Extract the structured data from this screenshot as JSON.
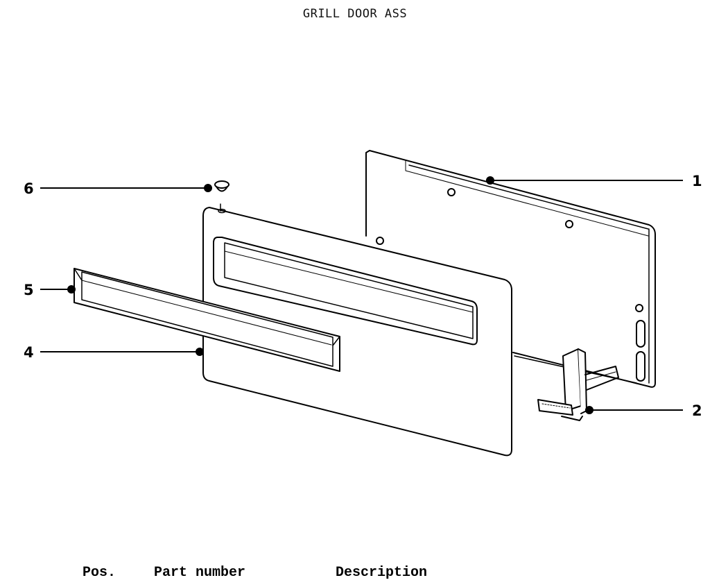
{
  "title": "GRILL DOOR ASS",
  "callouts": [
    "1",
    "2",
    "4",
    "5",
    "6"
  ],
  "table_header": {
    "pos": "Pos.",
    "part_number": "Part number",
    "description": "Description"
  }
}
